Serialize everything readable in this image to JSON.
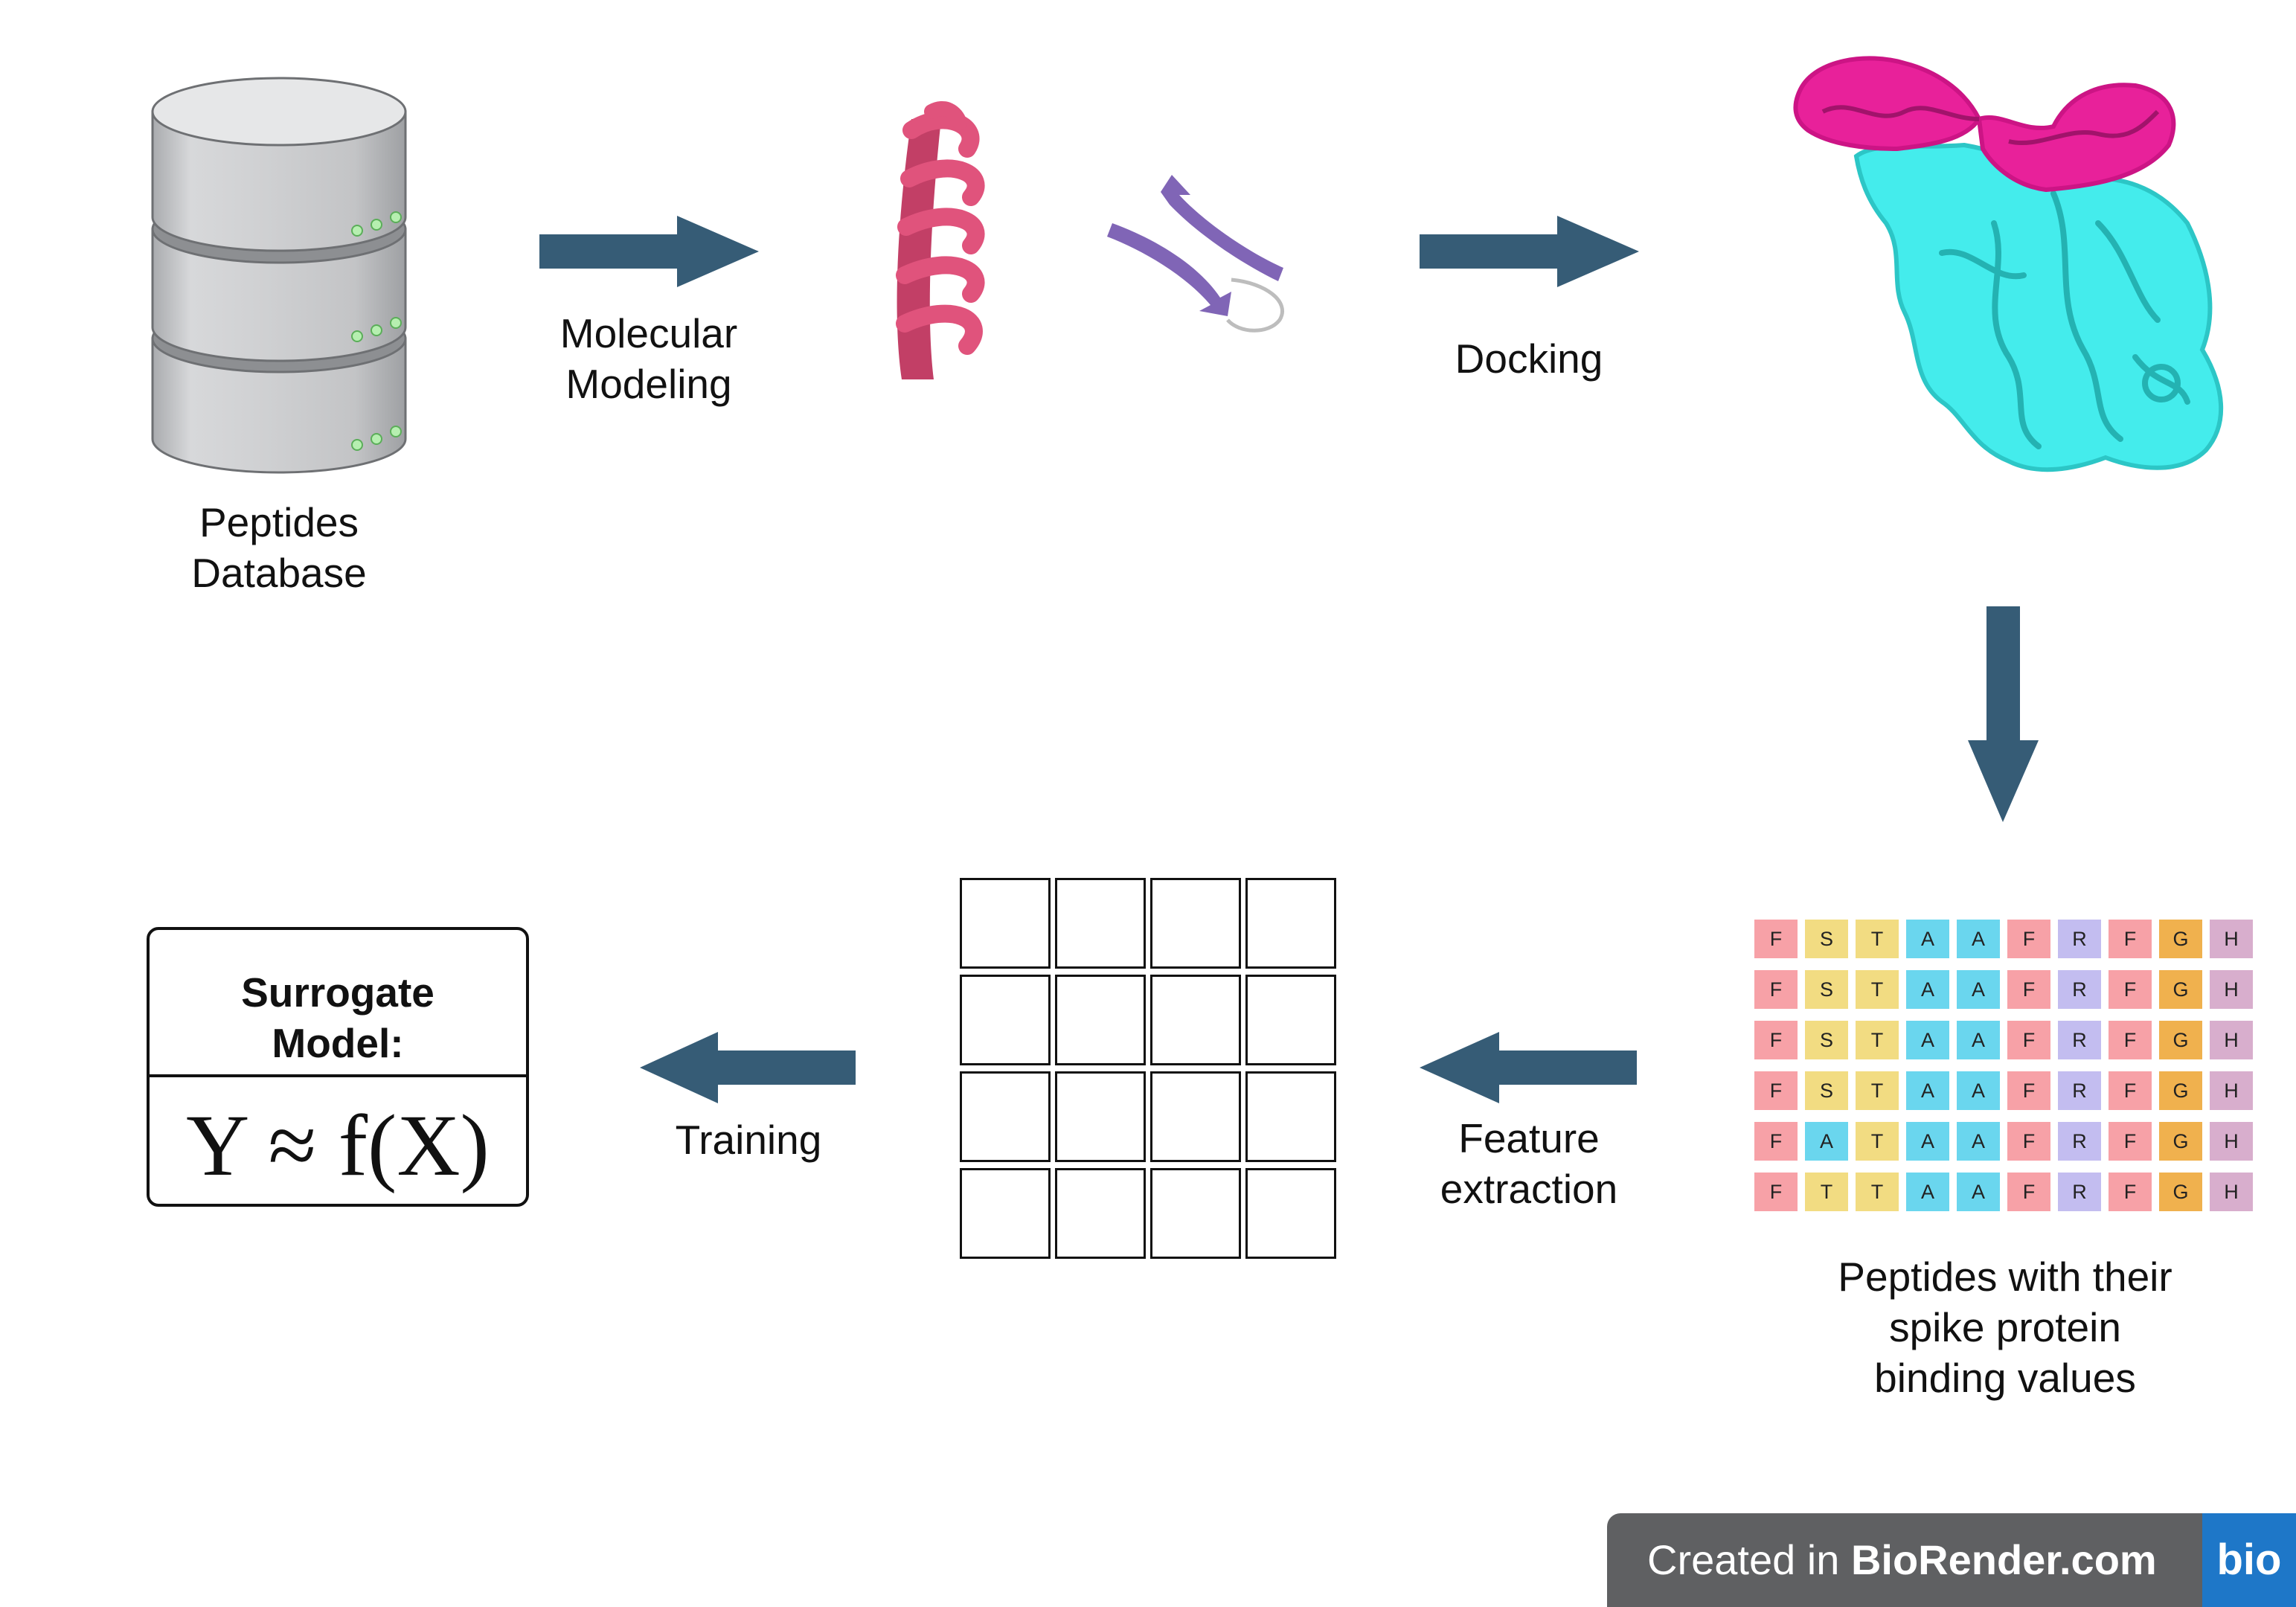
{
  "labels": {
    "database": [
      "Peptides",
      "Database"
    ],
    "modeling": [
      "Molecular",
      "Modeling"
    ],
    "docking": "Docking",
    "peptides_binding": [
      "Peptides with their",
      "spike protein",
      "binding values"
    ],
    "feature_extraction": [
      "Feature",
      "extraction"
    ],
    "training": "Training"
  },
  "model": {
    "title": [
      "Surrogate",
      "Model:"
    ],
    "formula": "Y ≈ f(X)"
  },
  "sequences": [
    [
      "F",
      "S",
      "T",
      "A",
      "A",
      "F",
      "R",
      "F",
      "G",
      "H"
    ],
    [
      "F",
      "S",
      "T",
      "A",
      "A",
      "F",
      "R",
      "F",
      "G",
      "H"
    ],
    [
      "F",
      "S",
      "T",
      "A",
      "A",
      "F",
      "R",
      "F",
      "G",
      "H"
    ],
    [
      "F",
      "S",
      "T",
      "A",
      "A",
      "F",
      "R",
      "F",
      "G",
      "H"
    ],
    [
      "F",
      "A",
      "T",
      "A",
      "A",
      "F",
      "R",
      "F",
      "G",
      "H"
    ],
    [
      "F",
      "T",
      "T",
      "A",
      "A",
      "F",
      "R",
      "F",
      "G",
      "H"
    ]
  ],
  "residue_colors": {
    "F": "#f7a1a7",
    "S": "#f2dc82",
    "T": "#f2dc82",
    "A": "#6ad6ee",
    "R": "#c3bdf0",
    "G": "#f0b14e",
    "H": "#d8aecd"
  },
  "colors": {
    "arrow": "#365c76",
    "helix": "#e0537c",
    "sheet": "#8065b6",
    "protein_surface": "#44ecec",
    "peptide_surface": "#e8219a"
  },
  "credit": {
    "prefix": "Created in ",
    "brand": "BioRender.com",
    "logo": "bio"
  }
}
